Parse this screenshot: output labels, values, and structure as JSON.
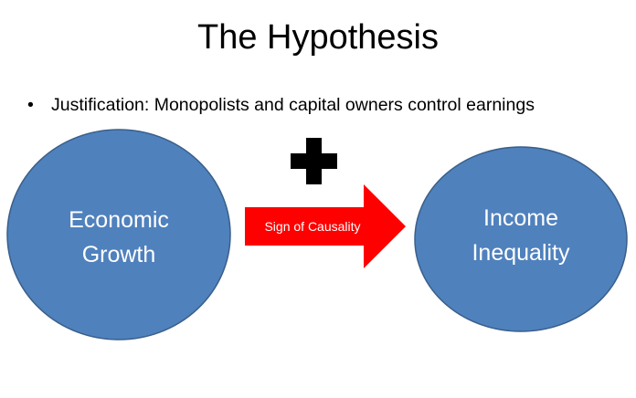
{
  "slide": {
    "title": "The Hypothesis",
    "bullet_glyph": "•",
    "bullet_text": "Justification: Monopolists and capital owners control earnings"
  },
  "diagram": {
    "left_node": {
      "line1": "Economic",
      "line2": "Growth"
    },
    "right_node": {
      "line1": "Income",
      "line2": "Inequality"
    },
    "arrow_label": "Sign of Causality",
    "sign_symbol": "plus-icon"
  },
  "colors": {
    "node_fill": "#4f81bd",
    "node_stroke": "#3a5f8a",
    "arrow_fill": "#ff0000",
    "sign_fill": "#000000"
  }
}
